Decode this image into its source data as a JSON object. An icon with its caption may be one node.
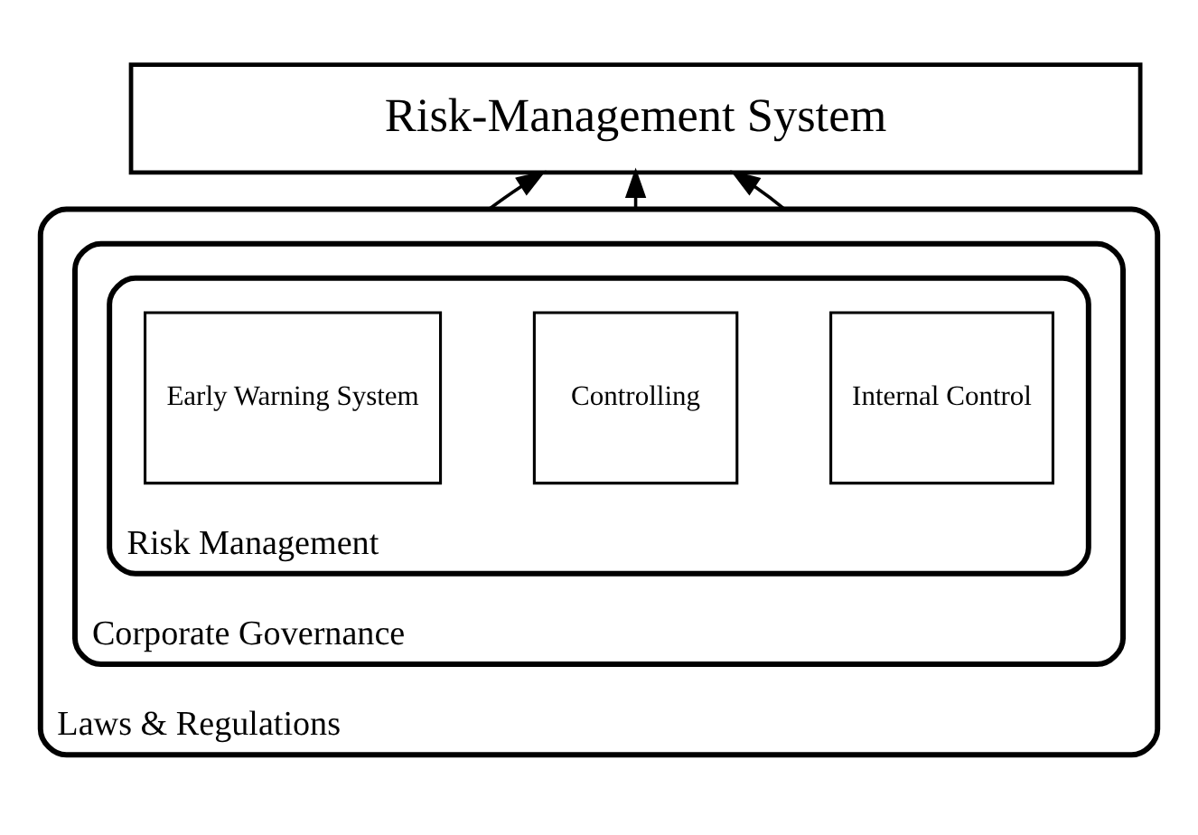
{
  "diagram": {
    "nodes": [
      {
        "text": [
          "Risk-Management System"
        ]
      },
      {
        "text": [
          "Laws & Regulations"
        ]
      },
      {
        "text": [
          "Corporate Governance"
        ],
        "in": 1
      },
      {
        "text": [
          "Risk Management"
        ],
        "in": 2
      },
      {
        "text": [
          "Internal Control"
        ],
        "in": 3
      },
      {
        "text": [
          "Controlling"
        ],
        "in": 3
      },
      {
        "text": [
          "Early Warning System"
        ],
        "in": 3
      }
    ],
    "edges": [
      {
        "from": 1,
        "to": 0,
        "arrow": "to"
      },
      {
        "from": 1,
        "to": 0,
        "arrow": "to"
      },
      {
        "from": 1,
        "to": 0,
        "arrow": "to"
      }
    ]
  }
}
